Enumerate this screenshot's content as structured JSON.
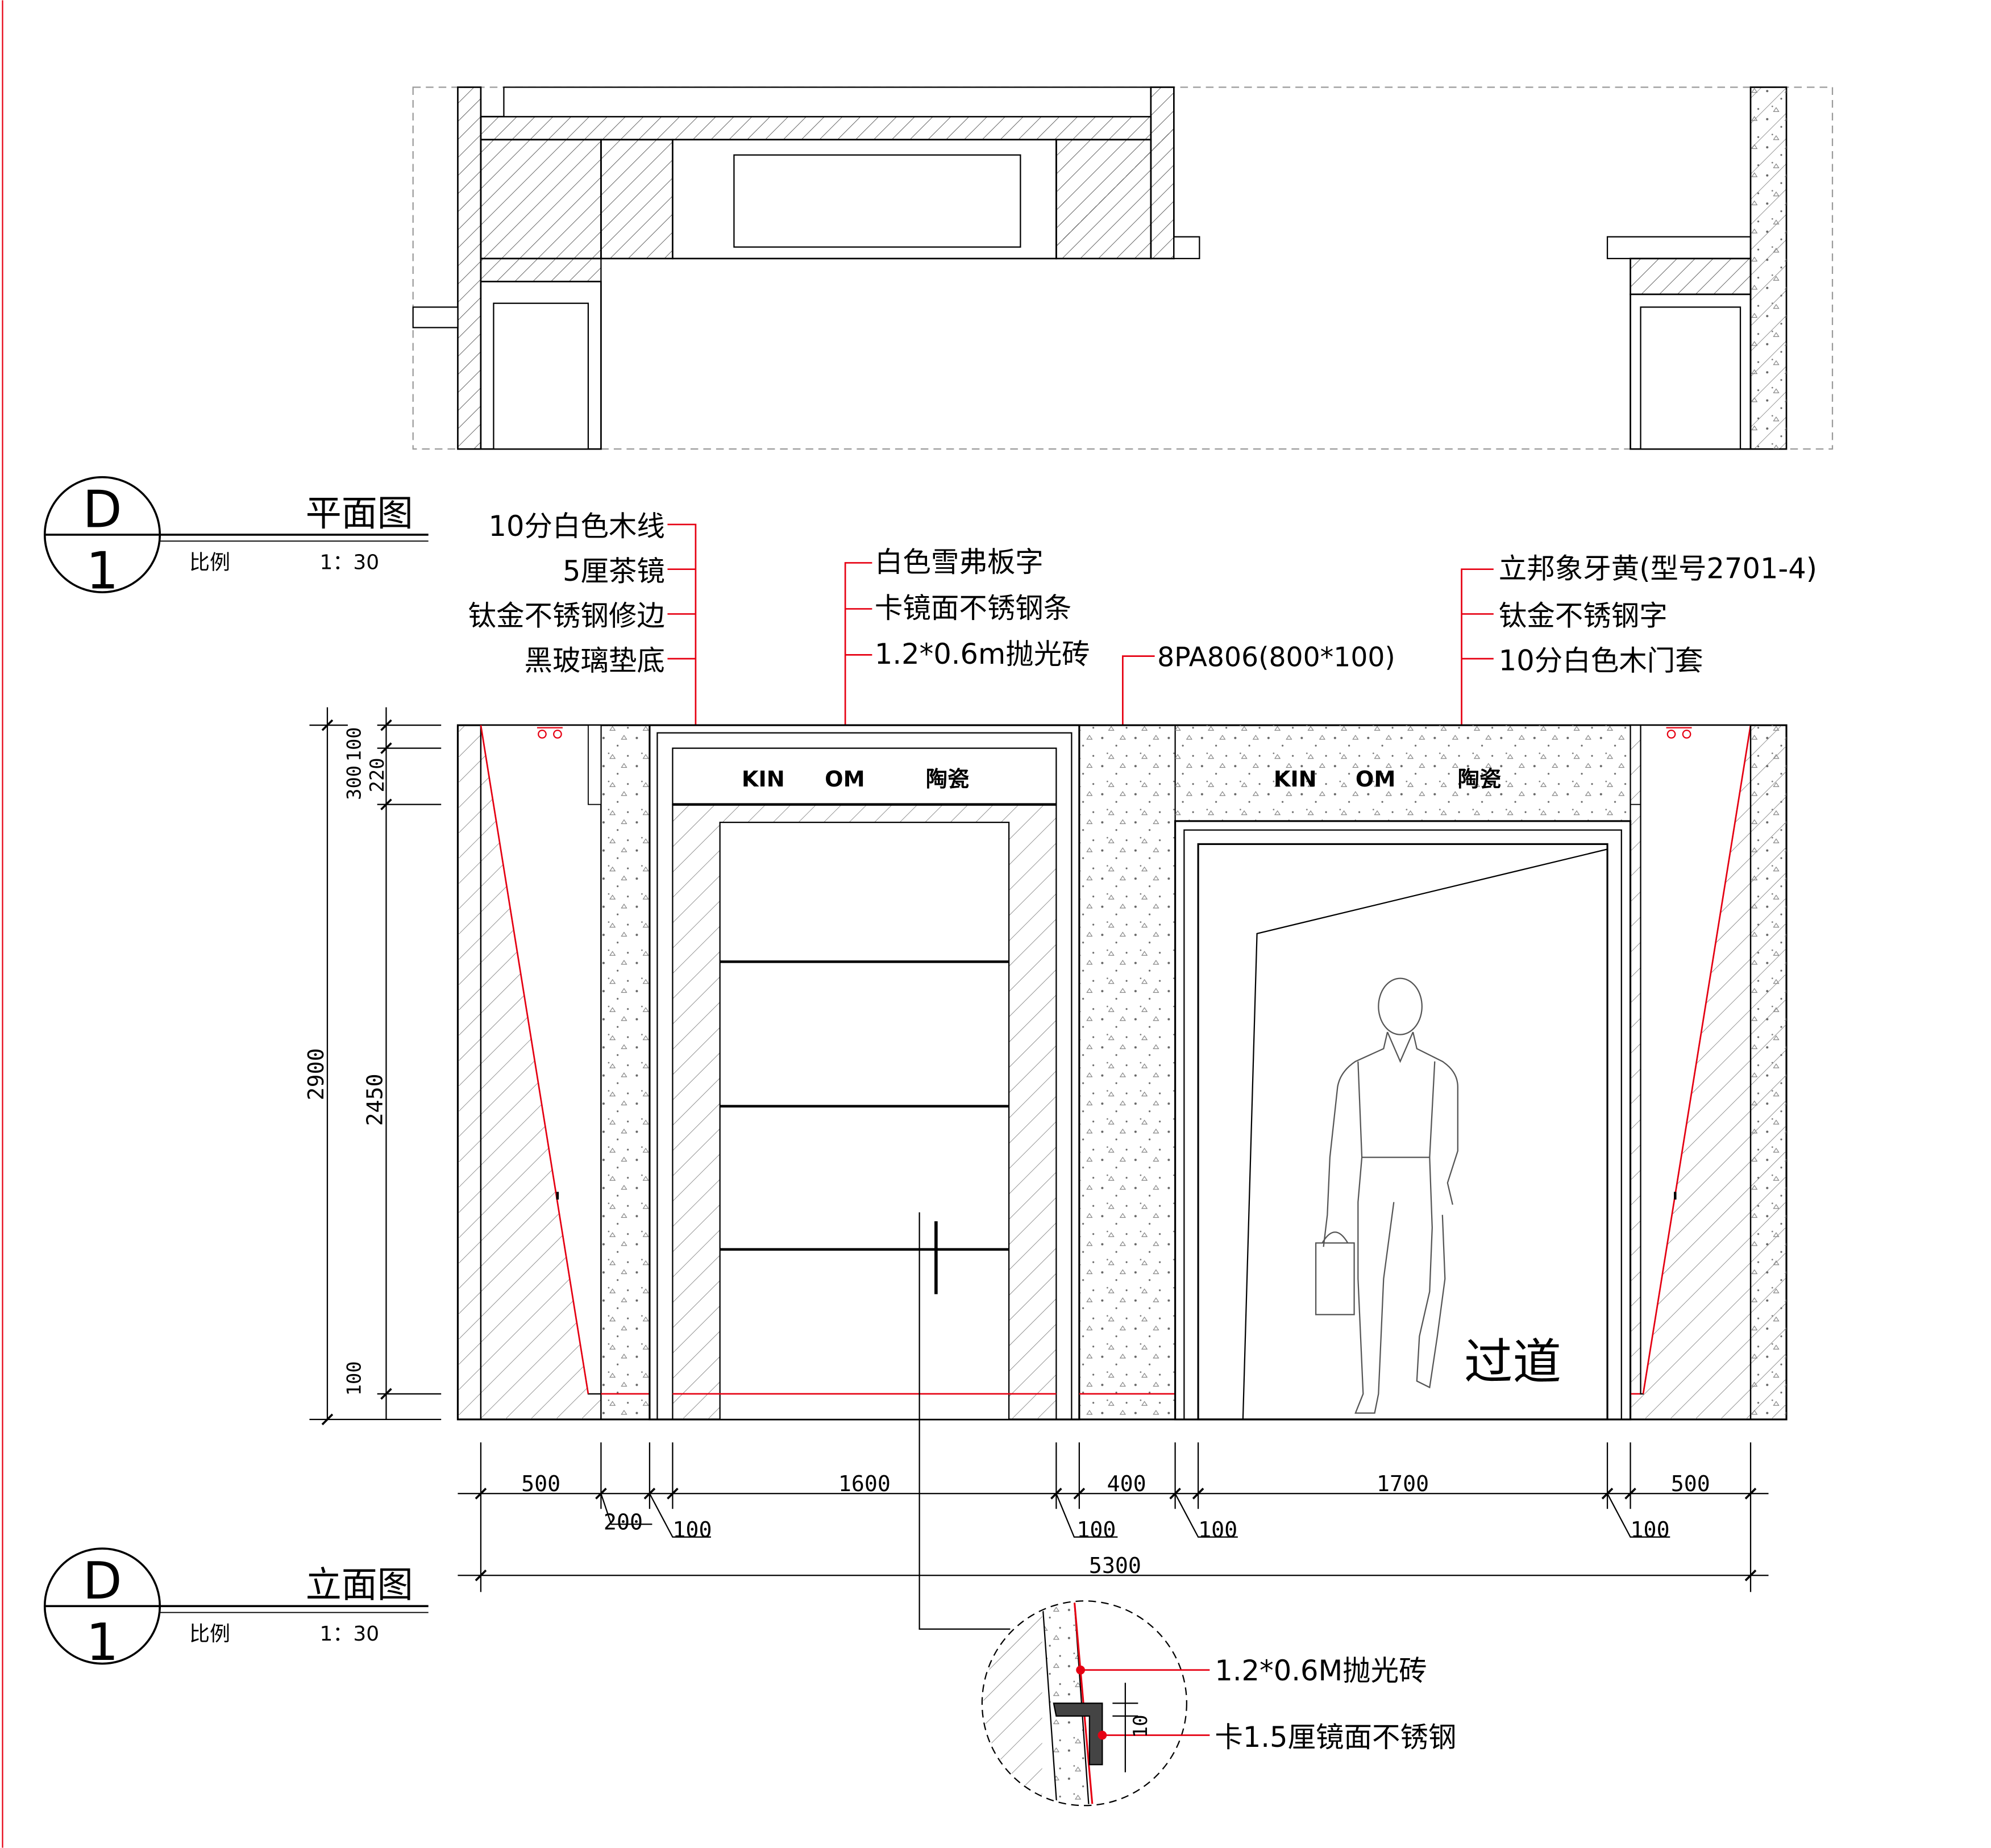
{
  "colors": {
    "line": "#000000",
    "accent": "#e60012",
    "hatch": "#555555",
    "dashed": "#9a9a9a"
  },
  "plan": {
    "badge_letter": "D",
    "badge_number": "1",
    "title": "平面图",
    "scale_label": "比例",
    "scale_value": "1：30"
  },
  "elevation": {
    "badge_letter": "D",
    "badge_number": "1",
    "title": "立面图",
    "scale_label": "比例",
    "scale_value": "1：30",
    "room_label": "过道",
    "signs": [
      {
        "left": "KIN",
        "mid": "OM",
        "right": "陶瓷"
      },
      {
        "left": "KIN",
        "mid": "OM",
        "right": "陶瓷"
      }
    ]
  },
  "annotations": {
    "left_group": [
      "10分白色木线",
      "5厘茶镜",
      "钛金不锈钢修边",
      "黑玻璃垫底"
    ],
    "center_group": [
      "白色雪弗板字",
      "卡镜面不锈钢条",
      "1.2*0.6m抛光砖"
    ],
    "tile_code": "8PA806(800*100)",
    "right_group": [
      "立邦象牙黄(型号2701-4)",
      "钛金不锈钢字",
      "10分白色木门套"
    ]
  },
  "dimensions": {
    "horizontal_top": [
      "500",
      "1600",
      "400",
      "1700",
      "500"
    ],
    "horizontal_bottom": [
      "200",
      "100",
      "100",
      "100",
      "100"
    ],
    "total_width": "5300",
    "vertical_outer": "2900",
    "vertical_inner": "2450",
    "vertical_top": [
      "100",
      "300",
      "220"
    ],
    "vertical_bottom": "100"
  },
  "detail": {
    "labels": [
      "1.2*0.6M抛光砖",
      "卡1.5厘镜面不锈钢"
    ],
    "dim": "10"
  }
}
